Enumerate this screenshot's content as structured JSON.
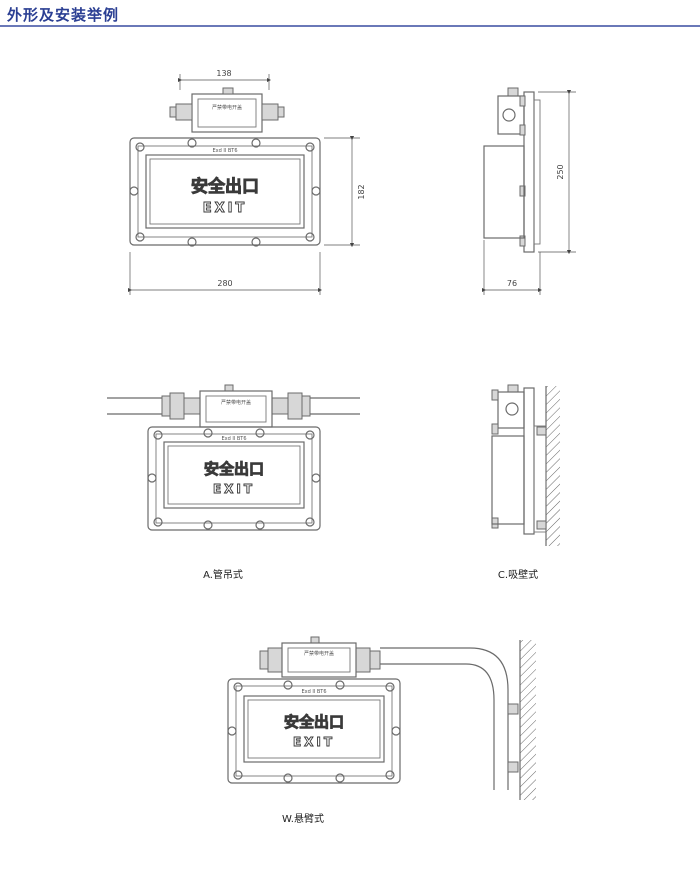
{
  "header": {
    "title": "外形及安装举例"
  },
  "dims": {
    "w_box": "138",
    "w_body": "280",
    "h_body": "182",
    "h_side": "250",
    "d_side": "76"
  },
  "sign": {
    "cn": "安全出口",
    "en": "EXIT"
  },
  "plate": {
    "exd": "Exd II BT6",
    "box": "严禁带电开盖"
  },
  "captions": {
    "a": "A.管吊式",
    "c": "C.吸壁式",
    "w": "W.悬臂式"
  }
}
